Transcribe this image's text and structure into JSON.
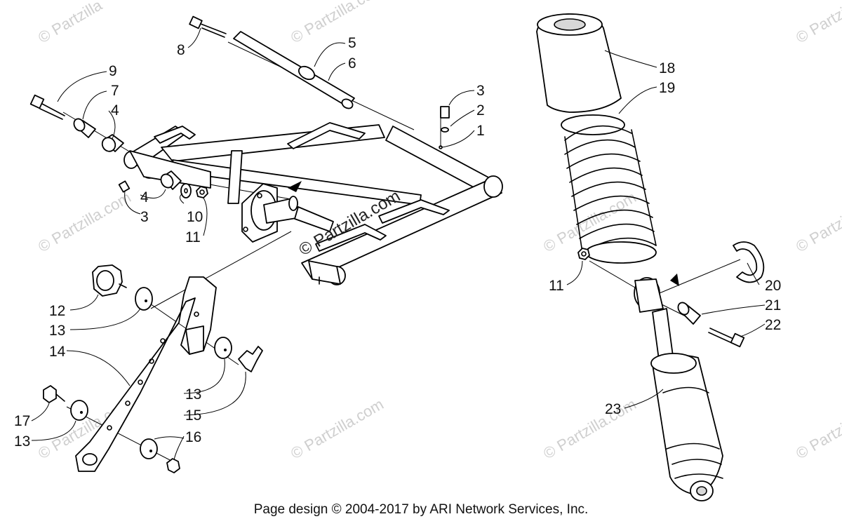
{
  "diagram": {
    "callouts": {
      "c1": "1",
      "c2": "2",
      "c3a": "3",
      "c3b": "3",
      "c4a": "4",
      "c4b": "4",
      "c5": "5",
      "c6": "6",
      "c7": "7",
      "c8": "8",
      "c9": "9",
      "c10": "10",
      "c11a": "11",
      "c11b": "11",
      "c12": "12",
      "c13a": "13",
      "c13b": "13",
      "c13c": "13",
      "c14": "14",
      "c15": "15",
      "c16": "16",
      "c17": "17",
      "c18": "18",
      "c19": "19",
      "c20": "20",
      "c21": "21",
      "c22": "22",
      "c23": "23"
    },
    "watermark": "© Partzilla.com",
    "watermark_short": "© Partzilla",
    "watermark_center": "© Partzilla.com"
  },
  "footer": {
    "copyright": "Page design © 2004-2017 by ARI Network Services, Inc."
  }
}
